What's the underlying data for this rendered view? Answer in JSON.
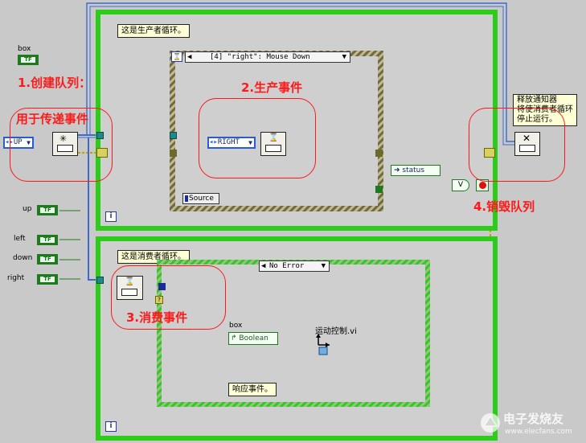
{
  "window": {
    "title": "LabVIEW block diagram - producer/consumer events"
  },
  "front_controls": [
    {
      "label": "box",
      "value": "TF"
    },
    {
      "label": "up",
      "value": "TF"
    },
    {
      "label": "left",
      "value": "TF"
    },
    {
      "label": "down",
      "value": "TF"
    },
    {
      "label": "right",
      "value": "TF"
    }
  ],
  "producer": {
    "comment": "这是生产者循环。",
    "event_selector": "[4] \"right\": Mouse Down",
    "event_index_icon": "⌛",
    "source_label": "Source",
    "enum_value": "RIGHT",
    "status_label": "status",
    "iteration_label": "i"
  },
  "consumer": {
    "comment": "这是消费者循环。",
    "case_selector": "No Error",
    "box_label": "box",
    "boolean_label": "Boolean",
    "vi_label": "运动控制.vi",
    "response_comment": "响应事件。",
    "iteration_label": "i"
  },
  "queue": {
    "init_enum_value": "UP",
    "release_comment_lines": [
      "释放通知器",
      "将使消费者循环",
      "停止运行。"
    ]
  },
  "annotations": {
    "a1_line1": "1.创建队列：",
    "a1_line2": "用于传递事件",
    "a2": "2.生产事件",
    "a3": "3.消费事件",
    "a4": "4.销毁队列"
  },
  "watermark": {
    "text": "电子发烧友",
    "url": "www.elecfans.com"
  },
  "colors": {
    "loop_border": "#2ecc1a",
    "annotation": "#ff1a1a",
    "boolean_wire": "#1d7a1d",
    "enum_wire": "#2a5bd7",
    "error_wire": "#a5a500",
    "refnum_wire": "#1d8a8a"
  }
}
